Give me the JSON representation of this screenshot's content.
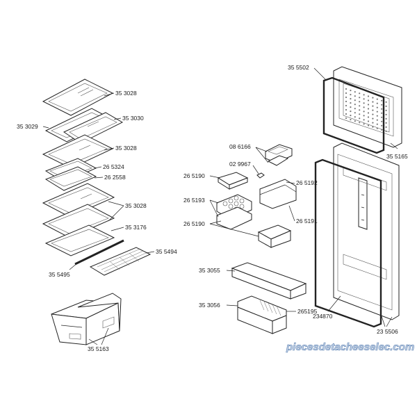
{
  "labels": {
    "shelf_top_right": "35 3028",
    "shelf_2_left": "35 3029",
    "shelf_2_right": "35 3030",
    "shelf_3_right": "35 3028",
    "shelf_4_a": "26 5324",
    "shelf_4_b": "26 2558",
    "shelf_5_right": "35 3028",
    "shelf_6_right": "35 3176",
    "grille": "35 5494",
    "strip": "35 5495",
    "crisper": "35  5163",
    "egg_box": "08 6166",
    "clip": "02 9967",
    "tray_a_left": "26 5190",
    "tray_b_right": "26 5192",
    "egg_tray": "26 5193",
    "tray_c_left": "26 5190",
    "tray_d_right": "26 5191",
    "bottle_tray": "35 3055",
    "bottle_tray_front": "35 3056",
    "bottle_tray_bar": "265195",
    "freezer_seal": "35 5502",
    "freezer_door": "35 5165",
    "door_panel": "234870",
    "door_seal": "23 5506"
  },
  "watermark": "piecesdetacheeselec.com"
}
